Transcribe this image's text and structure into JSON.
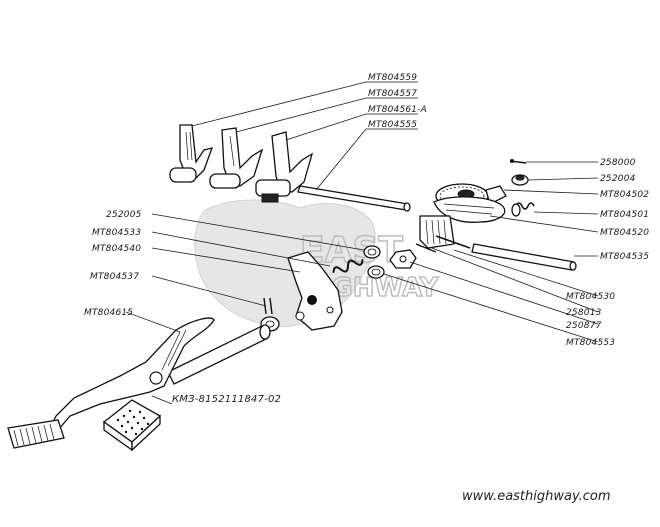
{
  "labels": {
    "l1": "МТ804559",
    "l2": "МТ804557",
    "l3": "МТ804561-А",
    "l4": "МТ804555",
    "l5": "258000",
    "l6": "252004",
    "l7": "МТ804502",
    "l8": "МТ804501",
    "l9": "МТ804520",
    "l10": "МТ804535",
    "l11": "252005",
    "l12": "МТ804533",
    "l13": "МТ804540",
    "l14": "МТ804537",
    "l15": "МТ804615",
    "l16": "МТ804530",
    "l17": "258013",
    "l18": "250877",
    "l19": "МТ804553",
    "l20": "КМЗ-8152111847-02"
  },
  "watermark": {
    "line1": "EAST",
    "line2": "HIGHWAY"
  },
  "website": "www.easthighway.com",
  "colors": {
    "ink": "#111111",
    "watermark": "#bdbdbd",
    "background": "#ffffff"
  }
}
